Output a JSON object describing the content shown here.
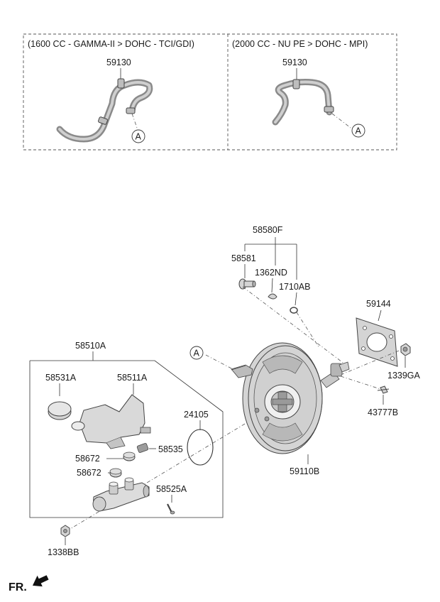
{
  "variants": [
    {
      "header": "(1600 CC - GAMMA-II > DOHC - TCI/GDI)",
      "part": "59130",
      "ref": "A"
    },
    {
      "header": "(2000 CC - NU PE > DOHC - MPI)",
      "part": "59130",
      "ref": "A"
    }
  ],
  "parts": {
    "kit_58580F": "58580F",
    "bolt_58581": "58581",
    "pin_1362ND": "1362ND",
    "oring_1710AB": "1710AB",
    "gasket_59144": "59144",
    "nut_1339GA": "1339GA",
    "clip_43777B": "43777B",
    "booster_59110B": "59110B",
    "master_cyl_58510A": "58510A",
    "cap_58531A": "58531A",
    "reservoir_58511A": "58511A",
    "oring_24105": "24105",
    "grommet_58672_a": "58672",
    "grommet_58672_b": "58672",
    "plug_58535": "58535",
    "bolt_58525A": "58525A",
    "nut_1338BB": "1338BB"
  },
  "booster_ref": "A",
  "front_label": "FR."
}
